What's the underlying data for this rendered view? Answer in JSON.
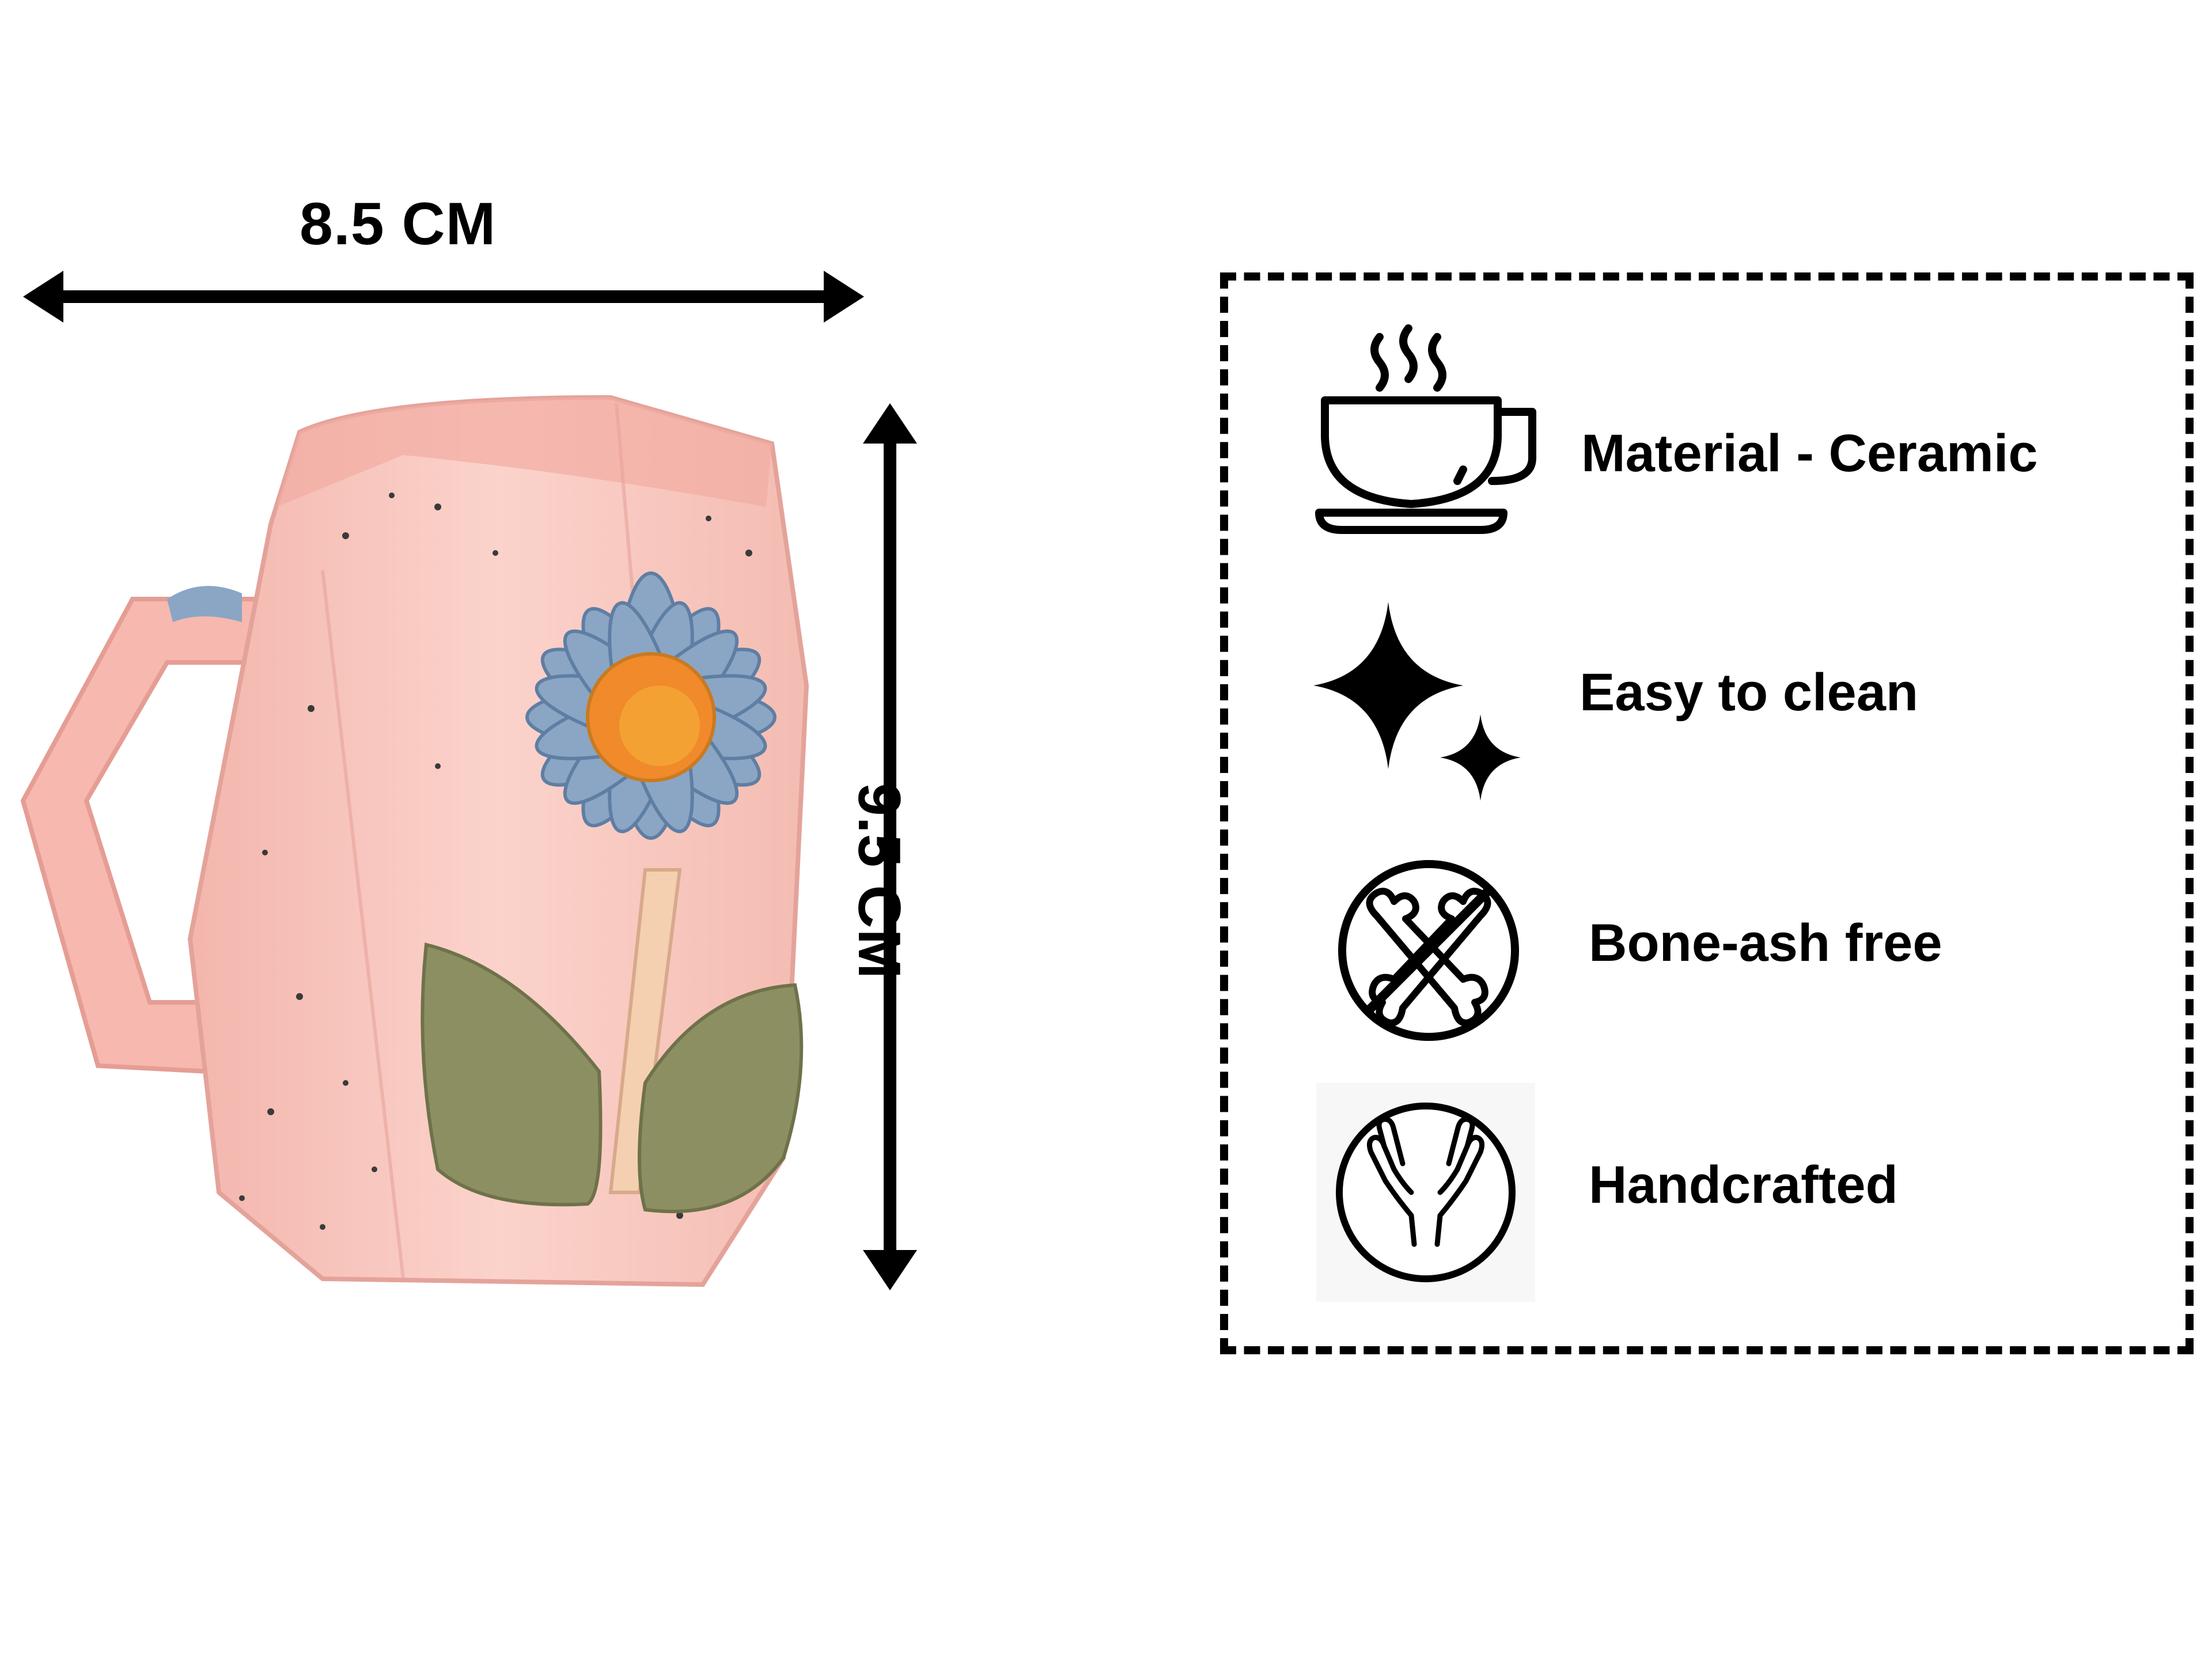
{
  "dimensions": {
    "width_label": "8.5 CM",
    "height_label": "9.5 CM"
  },
  "features": [
    {
      "icon": "coffee-cup-icon",
      "label": "Material - Ceramic"
    },
    {
      "icon": "sparkle-icon",
      "label": "Easy to clean"
    },
    {
      "icon": "no-bone-icon",
      "label": "Bone-ash free"
    },
    {
      "icon": "hands-icon",
      "label": "Handcrafted"
    }
  ],
  "colors": {
    "mug_pink": "#f6b9b0",
    "petal_blue": "#8aa6c4",
    "flower_center": "#f08a2a",
    "leaf_green": "#8c8f62",
    "stem": "#f4d0b0"
  }
}
